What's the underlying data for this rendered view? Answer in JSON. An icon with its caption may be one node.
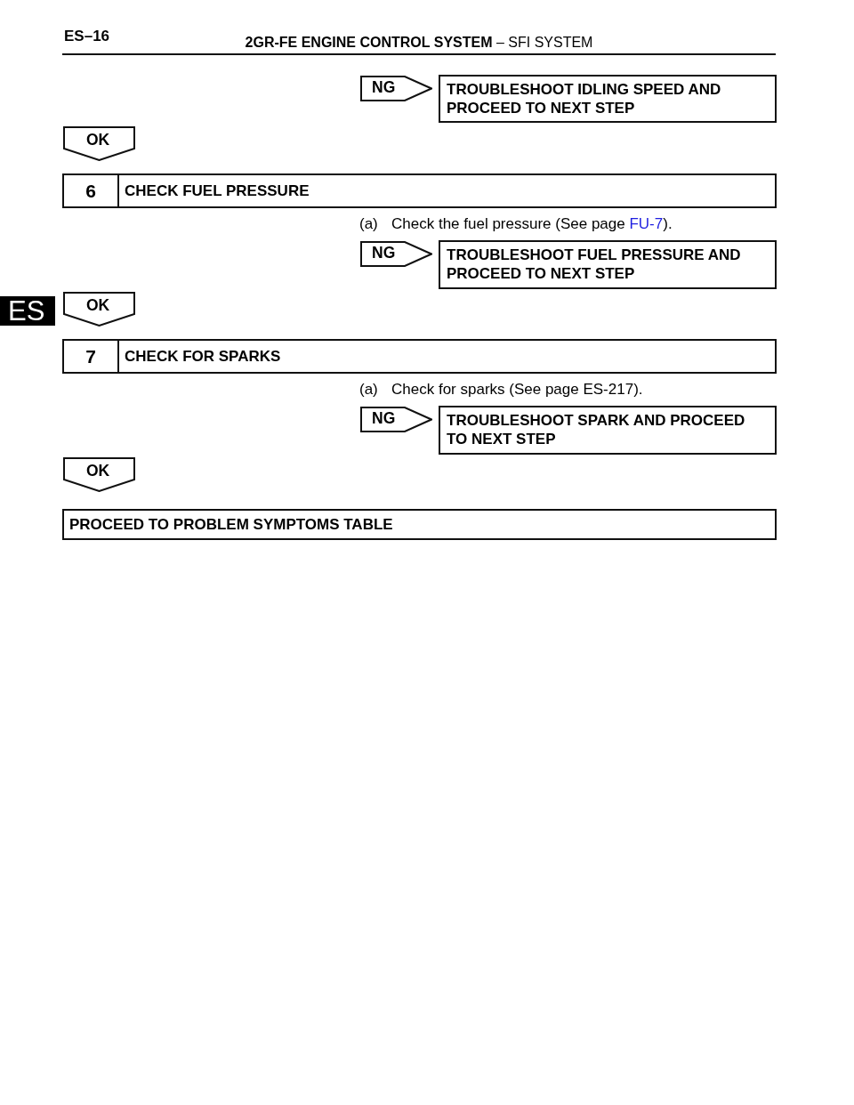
{
  "diagram": {
    "title": "**2GR-FE ENGINE CONTROL SYSTEM** – SFI SYSTEM",
    "nodes": [
      {
        "text": [
          "NG"
        ]
      },
      {
        "text": [
          "TROUBLESHOOT IDLING SPEED AND PROCEED TO NEXT STEP"
        ]
      },
      {
        "text": [
          "OK"
        ]
      },
      {
        "text": [
          "6",
          "CHECK FUEL PRESSURE"
        ]
      },
      {
        "text": [
          "NG"
        ]
      },
      {
        "text": [
          "TROUBLESHOOT FUEL PRESSURE AND PROCEED TO NEXT STEP"
        ]
      },
      {
        "text": [
          "OK"
        ]
      },
      {
        "text": [
          "7",
          "CHECK FOR SPARKS"
        ]
      },
      {
        "text": [
          "NG"
        ]
      },
      {
        "text": [
          "TROUBLESHOOT SPARK AND PROCEED TO NEXT STEP"
        ]
      },
      {
        "text": [
          "OK"
        ]
      },
      {
        "text": [
          "PROCEED TO PROBLEM SYMPTOMS TABLE"
        ]
      }
    ],
    "labels": [
      "ES–16",
      "(a)",
      "Check the fuel pressure (See page",
      "FU-7",
      ").",
      "ES",
      "(a)",
      "Check for sparks (See page ES-217)."
    ]
  }
}
